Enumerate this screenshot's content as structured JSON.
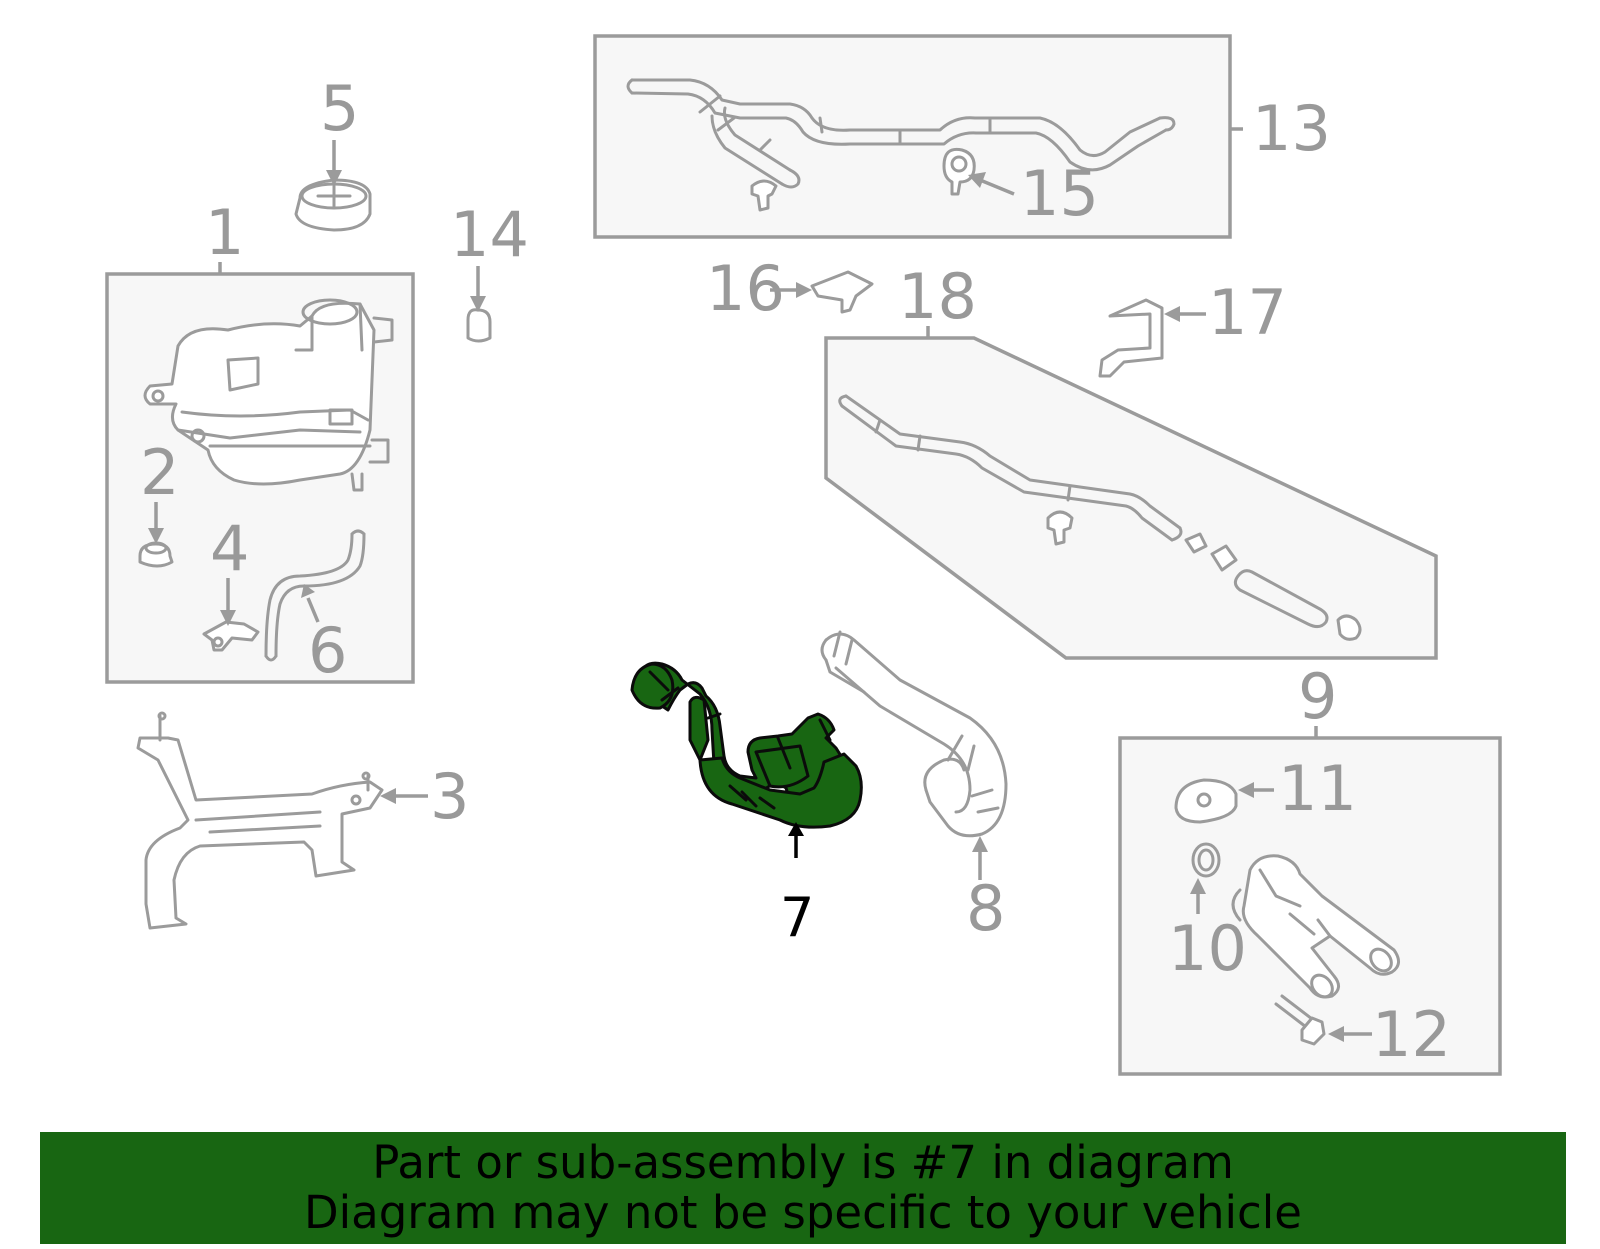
{
  "diagram": {
    "highlight_color": "#186612",
    "label_color": "#999999",
    "highlighted_part": "7",
    "labels": {
      "p1": "1",
      "p2": "2",
      "p3": "3",
      "p4": "4",
      "p5": "5",
      "p6": "6",
      "p7": "7",
      "p8": "8",
      "p9": "9",
      "p10": "10",
      "p11": "11",
      "p12": "12",
      "p13": "13",
      "p14": "14",
      "p15": "15",
      "p16": "16",
      "p17": "17",
      "p18": "18"
    }
  },
  "banner": {
    "line1": "Part or sub-assembly is #7 in diagram",
    "line2": "Diagram may not be specific to your vehicle",
    "background": "#186612"
  }
}
